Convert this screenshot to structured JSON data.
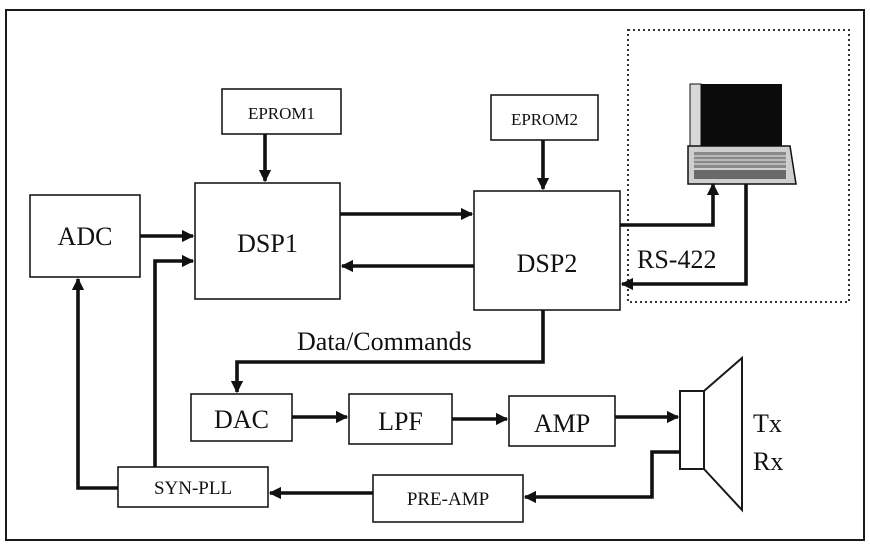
{
  "blocks": {
    "eprom1": "EPROM1",
    "eprom2": "EPROM2",
    "adc": "ADC",
    "dsp1": "DSP1",
    "dsp2": "DSP2",
    "dac": "DAC",
    "lpf": "LPF",
    "amp": "AMP",
    "syn_pll": "SYN-PLL",
    "pre_amp": "PRE-AMP"
  },
  "labels": {
    "rs422": "RS-422",
    "data_commands": "Data/Commands",
    "tx": "Tx",
    "rx": "Rx"
  },
  "icons": {
    "computer": "laptop-computer-icon",
    "transducer": "transducer-icon"
  }
}
